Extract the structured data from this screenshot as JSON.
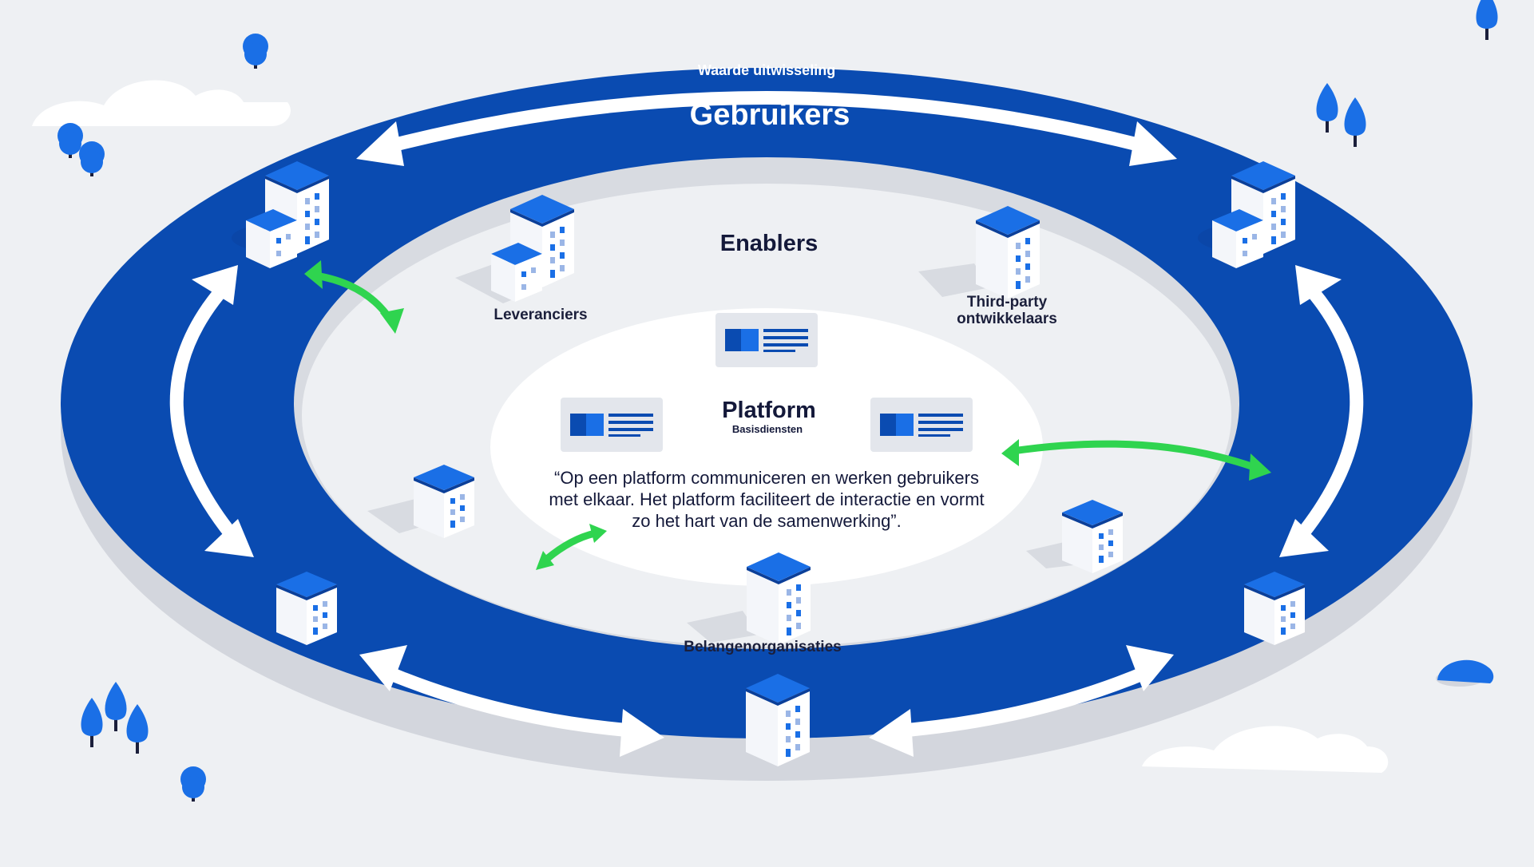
{
  "ring_title": "Waarde uitwisseling",
  "outer_label": "Gebruikers",
  "middle_label": "Enablers",
  "center_label": "Platform",
  "center_sublabel": "Basisdiensten",
  "quote_lines": [
    "“Op een platform communiceren en werken gebruikers",
    "met elkaar. Het platform faciliteert de interactie en vormt",
    "zo het hart van de samenwerking”."
  ],
  "nodes": {
    "leveranciers": "Leveranciers",
    "third_party_1": "Third-party",
    "third_party_2": "ontwikkelaars",
    "belangenorganisaties": "Belangenorganisaties"
  },
  "colors": {
    "ring_blue": "#0a4bb1",
    "ring_shadow": "#d3d6dd",
    "accent_blue": "#1a6fe6",
    "green_arrow": "#2fd44f",
    "background": "#eef0f3"
  },
  "icons": [
    "building-icon",
    "service-card-icon",
    "tree-icon",
    "cloud-icon",
    "exchange-arrow-icon"
  ]
}
